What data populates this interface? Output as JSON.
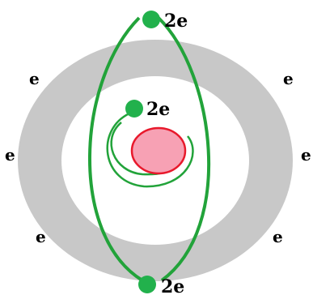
{
  "labels": {
    "outer_top": "2e",
    "inner": "2e",
    "outer_bottom": "2e",
    "e_left_top": "e",
    "e_left_mid": "e",
    "e_left_bottom": "e",
    "e_right_top": "e",
    "e_right_mid": "e",
    "e_right_bottom": "e"
  },
  "colors": {
    "background": "#ffffff",
    "ring": "#c8c8c8",
    "orbit": "#22a33a",
    "electron": "#22b14c",
    "nucleus_fill": "#f7a1b4",
    "nucleus_stroke": "#e8192c",
    "text": "#000000"
  }
}
